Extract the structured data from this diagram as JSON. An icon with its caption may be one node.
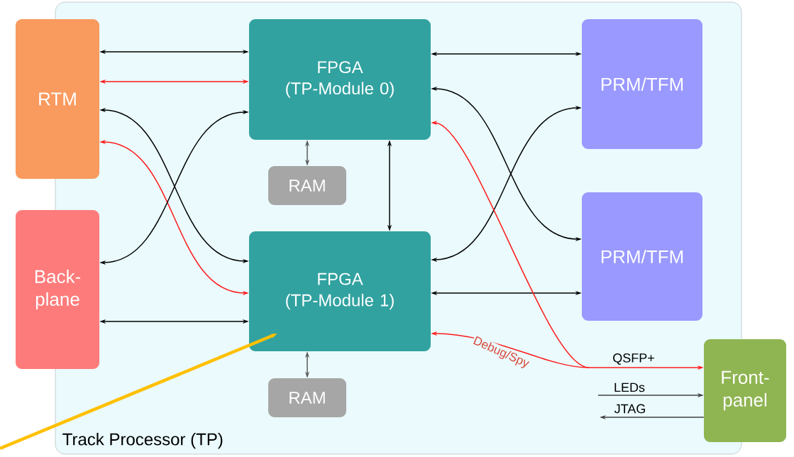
{
  "diagram": {
    "nodes": [
      {
        "text": [
          "Track Processor (TP)"
        ]
      },
      {
        "text": [
          "RTM"
        ]
      },
      {
        "text": [
          "Back-plane"
        ]
      },
      {
        "text": [
          "FPGA",
          "(TP-Module 0)"
        ],
        "in": 0
      },
      {
        "text": [
          "RAM"
        ],
        "in": 0
      },
      {
        "text": [
          "FPGA",
          "(TP-Module 1)"
        ],
        "in": 0
      },
      {
        "text": [
          "RAM"
        ],
        "in": 0
      },
      {
        "text": [
          "PRM/TFM"
        ],
        "in": 0
      },
      {
        "text": [
          "PRM/TFM"
        ],
        "in": 0
      },
      {
        "text": [
          "Front-panel"
        ]
      }
    ],
    "edges": [
      {
        "from": 1,
        "to": 3,
        "arrow": "both"
      },
      {
        "from": 1,
        "to": 3,
        "arrow": "both",
        "color": "#ff1a1a"
      },
      {
        "from": 1,
        "to": 5,
        "arrow": "both"
      },
      {
        "from": 1,
        "to": 5,
        "arrow": "both",
        "color": "#ff1a1a"
      },
      {
        "from": 2,
        "to": 3,
        "arrow": "both"
      },
      {
        "from": 2,
        "to": 5,
        "arrow": "both"
      },
      {
        "from": 3,
        "to": 4,
        "arrow": "both",
        "color": "#595959"
      },
      {
        "from": 3,
        "to": 5,
        "arrow": "both"
      },
      {
        "from": 5,
        "to": 6,
        "arrow": "both",
        "color": "#595959"
      },
      {
        "from": 3,
        "to": 7,
        "arrow": "both"
      },
      {
        "from": 3,
        "to": 8,
        "arrow": "both"
      },
      {
        "from": 5,
        "to": 7,
        "arrow": "both"
      },
      {
        "from": 5,
        "to": 8,
        "arrow": "both"
      },
      {
        "from": 3,
        "to": 9,
        "arrow": "both",
        "color": "#ff1a1a",
        "label": "QSFP+"
      },
      {
        "from": 5,
        "to": 9,
        "arrow": "both",
        "color": "#ff1a1a",
        "label": "Debug/Spy"
      },
      {
        "from": null,
        "to": 9,
        "arrow": "to",
        "color": "#404040",
        "label": "LEDs"
      },
      {
        "from": 9,
        "to": null,
        "arrow": "to",
        "color": "#404040",
        "label": "JTAG"
      },
      {
        "from": null,
        "to": 5,
        "arrow": "to",
        "color": "#ffc000",
        "style": "thick"
      }
    ]
  }
}
